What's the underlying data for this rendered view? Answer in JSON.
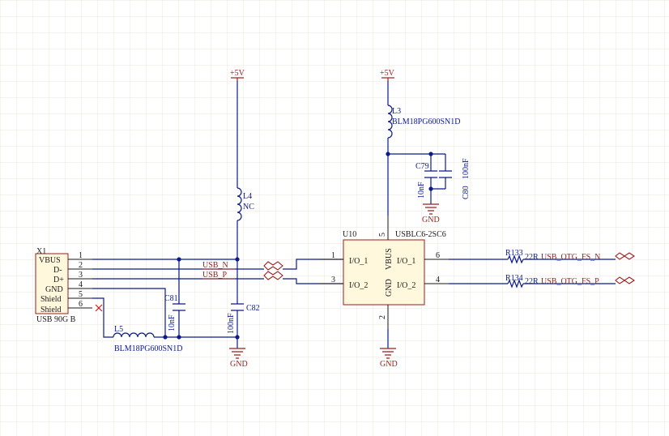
{
  "power": {
    "p5v_left": "+5V",
    "p5v_right": "+5V",
    "gnd_mid": "GND",
    "gnd_cap": "GND",
    "gnd_u10": "GND"
  },
  "connector": {
    "designator": "X1",
    "value": "USB 90G B",
    "pins": [
      {
        "name": "VBUS",
        "num": "1"
      },
      {
        "name": "D-",
        "num": "2"
      },
      {
        "name": "D+",
        "num": "3"
      },
      {
        "name": "GND",
        "num": "4"
      },
      {
        "name": "Shield",
        "num": "5"
      },
      {
        "name": "Shield",
        "num": "6"
      }
    ]
  },
  "inductors": {
    "l4": {
      "des": "L4",
      "val": "NC"
    },
    "l3": {
      "des": "L3",
      "val": "BLM18PG600SN1D"
    },
    "l5": {
      "des": "L5",
      "val": "BLM18PG600SN1D"
    }
  },
  "capacitors": {
    "c79": {
      "des": "C79",
      "val": "10nF"
    },
    "c80": {
      "des": "C80",
      "val": "100nF"
    },
    "c81": {
      "des": "C81",
      "val": "10nF"
    },
    "c82": {
      "des": "C82",
      "val": "100nF"
    }
  },
  "ic": {
    "des": "U10",
    "val": "USBLC6-2SC6",
    "pins": {
      "io1_l": "I/O_1",
      "io2_l": "I/O_2",
      "io1_r": "I/O_1",
      "io2_r": "I/O_2",
      "vbus": "VBUS",
      "gnd": "GND",
      "n1": "1",
      "n3": "3",
      "n6": "6",
      "n4": "4",
      "n5": "5",
      "n2": "2"
    }
  },
  "nets": {
    "usb_n": "USB_N",
    "usb_p": "USB_P",
    "otg_n": "USB_OTG_FS_N",
    "otg_p": "USB_OTG_FS_P"
  },
  "resistors": {
    "r133": {
      "des": "R133",
      "val": "22R"
    },
    "r134": {
      "des": "R134",
      "val": "22R"
    }
  },
  "colors": {
    "wire": "#0b1b8c",
    "net_label": "#9b1c1c",
    "grid": "#ece6dc",
    "ic_fill": "#fff8dc",
    "ic_border": "#9b1c1c"
  }
}
